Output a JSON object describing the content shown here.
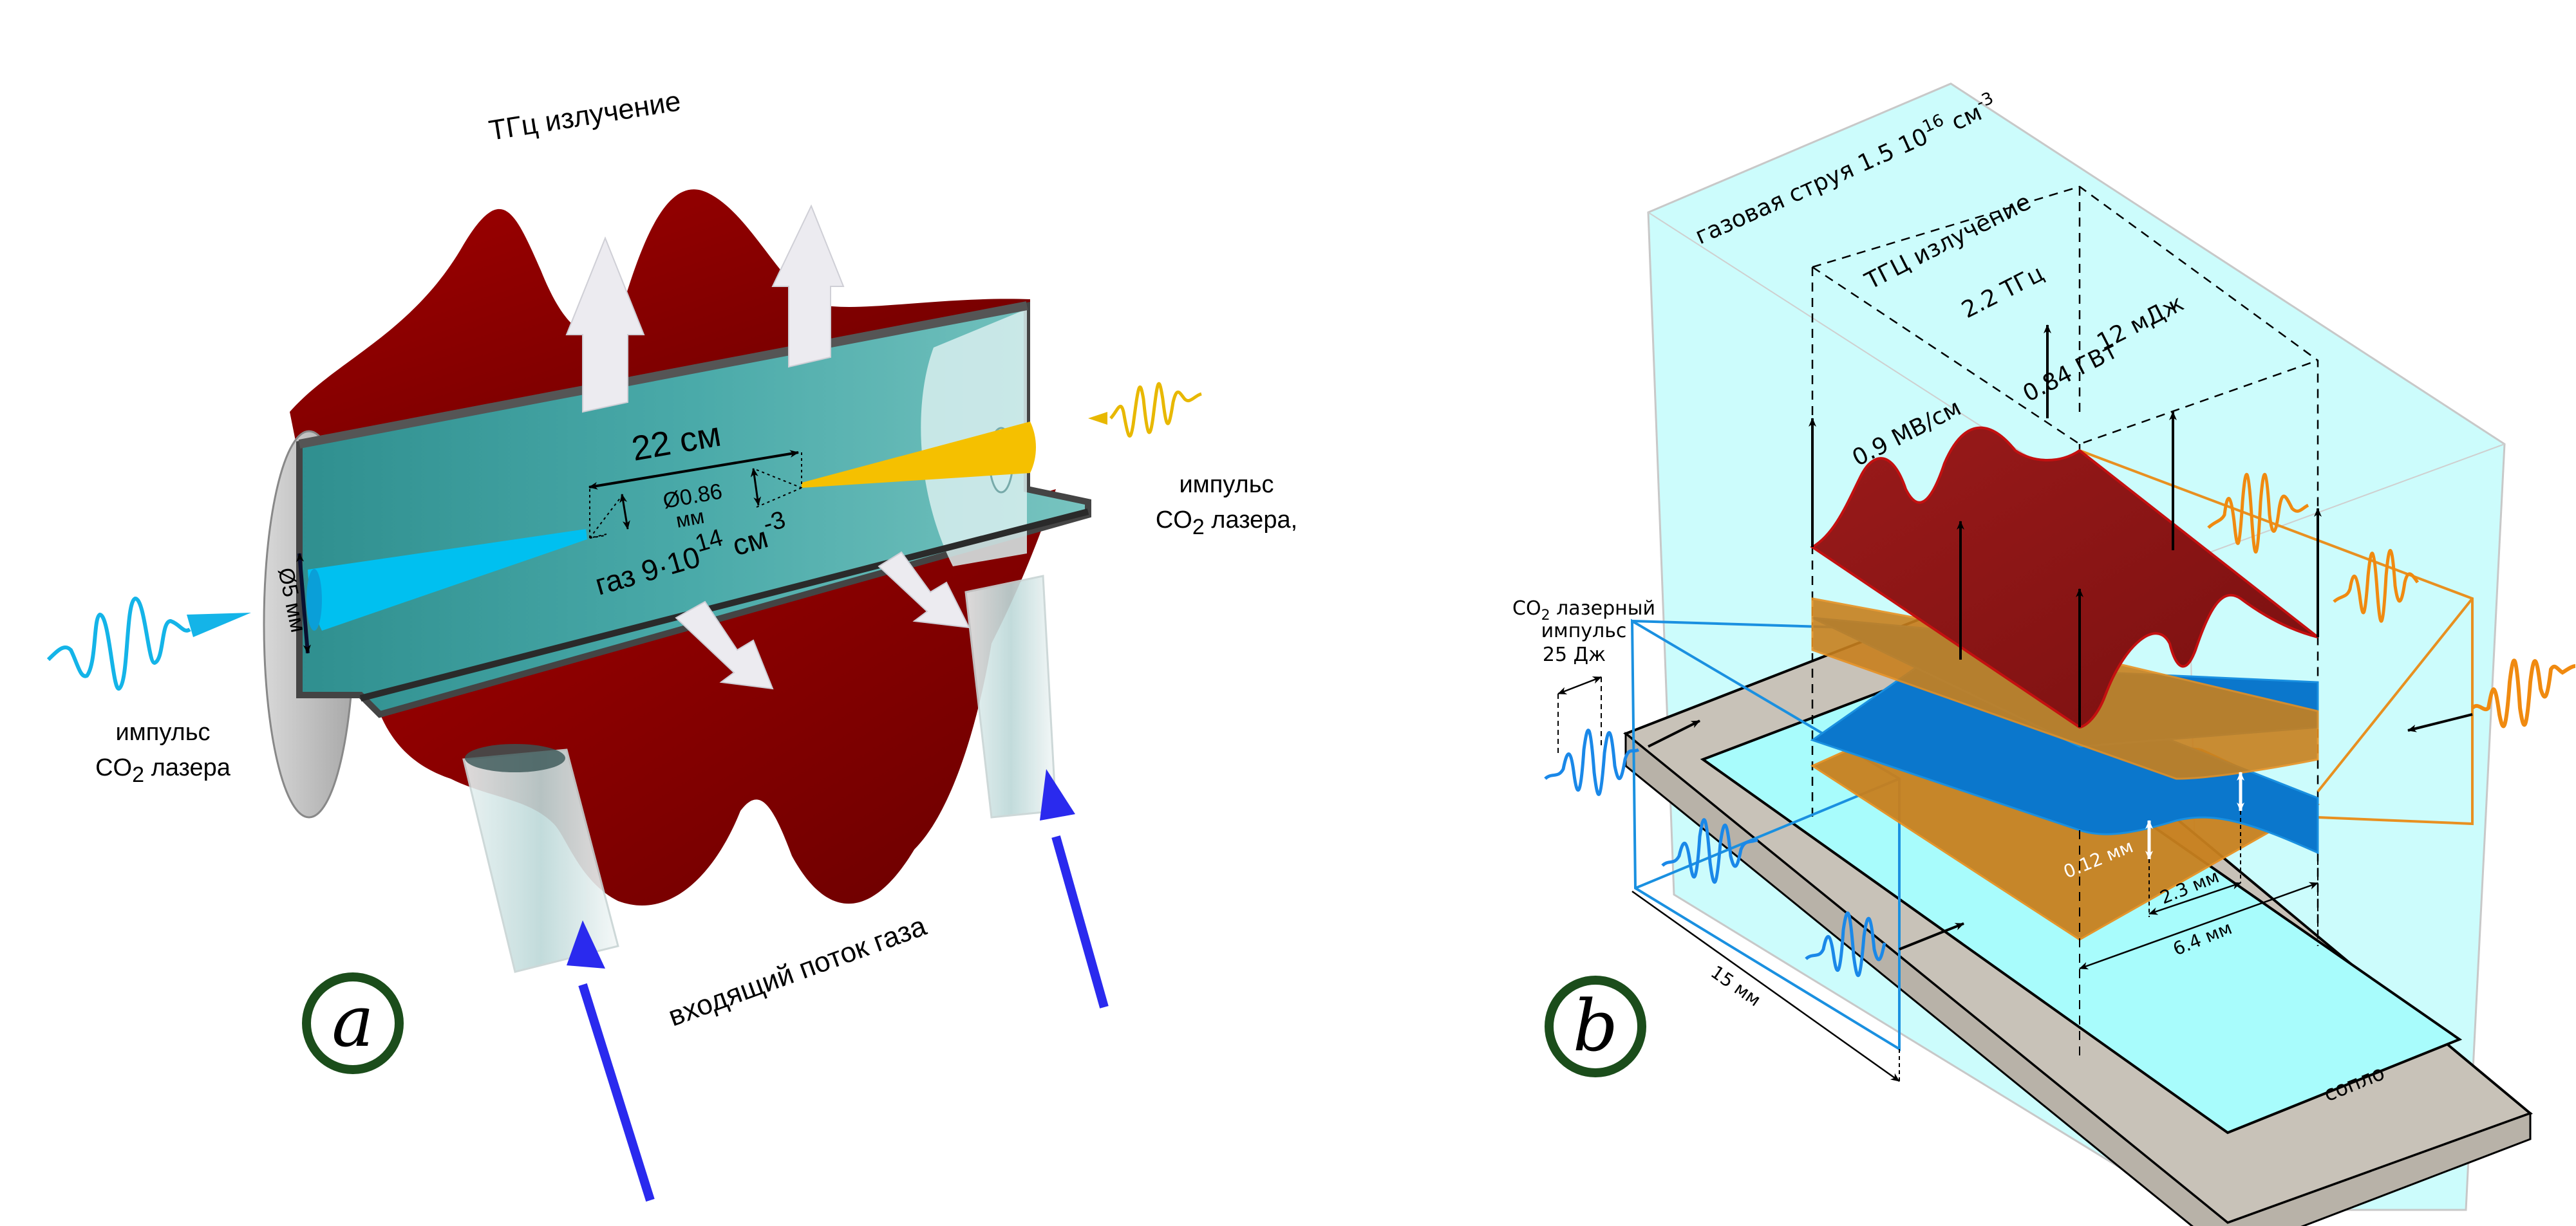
{
  "figure": {
    "panel_a": {
      "marker": "a",
      "thz_label": "ТГц излучение",
      "length_label": "22 см",
      "inner_diameter_value": "Ø0.86",
      "inner_diameter_unit": "мм",
      "gas_density_prefix": "газ  9·10",
      "gas_density_exp": "14",
      "gas_density_unit": " см",
      "gas_density_unit_exp": "-3",
      "outer_diameter_label": "Ø5 мм",
      "left_pulse_line1": "импульс",
      "left_pulse_co": "CO",
      "left_pulse_sub": "2",
      "left_pulse_rest": " лазера",
      "right_pulse_line1": "импульс",
      "right_pulse_co": "CO",
      "right_pulse_sub": "2",
      "right_pulse_rest": " лазера,",
      "gas_inflow_label": "входящий поток газа"
    },
    "panel_b": {
      "marker": "b",
      "gas_jet_prefix": "газовая струя 1.5 10",
      "gas_jet_exp": "16",
      "gas_jet_unit": " см",
      "gas_jet_unit_exp": "-3",
      "thz_label": "ТГЦ излучение",
      "frequency_label": "2.2 ТГц",
      "energy_label": "12 мДж",
      "power_label": "0.84 ГВт",
      "field_label": "0.9 МВ/см",
      "laser_co": "CO",
      "laser_sub": "2",
      "laser_rest": " лазерный",
      "laser_line2": "импульс",
      "laser_line3": "25 Дж",
      "gap_label": "0.12 мм",
      "width1_label": "2.3 мм",
      "width2_label": "6.4 мм",
      "length_label": "15 мм",
      "nozzle_label": "сопло"
    },
    "colors": {
      "thz_red": "#8b0000",
      "tube_teal": "#3fa3a3",
      "laser_blue": "#00b8e6",
      "laser_yellow": "#f0c000",
      "gas_arrow_blue": "#2222ee",
      "jet_cyan": "#ccfcfc",
      "nozzle_gray": "#c8c2b8",
      "plate_blue": "#0b77cc",
      "plate_orange": "#c8801e",
      "orange_pulse": "#f08a10",
      "marker_green": "#1b4d1b"
    }
  }
}
